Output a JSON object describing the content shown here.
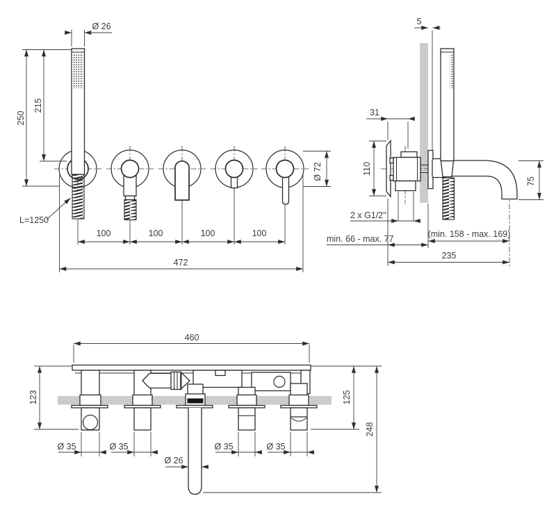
{
  "drawing_title": "wall-mounted bath-shower mixer technical drawing",
  "colors": {
    "line": "#2b2b2b",
    "dimension": "#3b3b3b",
    "wall_section": "#cbcbcb"
  },
  "front_view": {
    "handshower_diameter": "Ø 26",
    "total_height": "250",
    "handshower_length": "215",
    "hose_length": "L=1250",
    "spacings": [
      "100",
      "100",
      "100",
      "100"
    ],
    "total_width": "472",
    "rosette_diameter": "Ø 72"
  },
  "side_view": {
    "rosette_thickness": "5",
    "body_setback": "31",
    "body_height": "110",
    "spout_drop": "75",
    "connections": "2 x G1/2\"",
    "install_depth_range": "min. 66 - max. 77",
    "spout_reach_range": "(min. 158 - max. 169)",
    "total_reach": "235"
  },
  "top_view": {
    "plate_width": "460",
    "depth_left": "123",
    "depth_right": "125",
    "total_depth": "248",
    "handle_diameters": [
      "Ø 35",
      "Ø 35",
      "Ø 35",
      "Ø 35"
    ],
    "spout_diameter": "Ø 26"
  }
}
